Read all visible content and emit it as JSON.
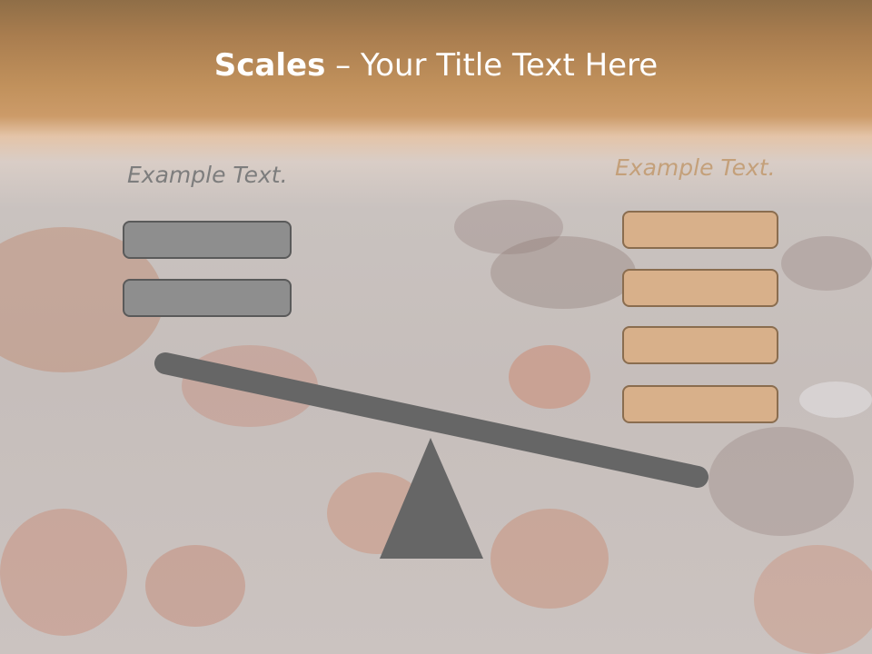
{
  "slide": {
    "title_bold": "Scales",
    "title_rest": " – Your Title Text Here",
    "left_label": "Example Text.",
    "right_label": "Example Text.",
    "left_boxes": 2,
    "right_boxes": 4,
    "colors": {
      "header_top": "#8f6e47",
      "header_bottom": "#cc9b69",
      "left_box_fill": "#8e8e8e",
      "right_box_fill": "#d8b08a",
      "beam_color": "#666666",
      "left_label_color": "#7d7d7d",
      "right_label_color": "#c4a07a"
    }
  }
}
